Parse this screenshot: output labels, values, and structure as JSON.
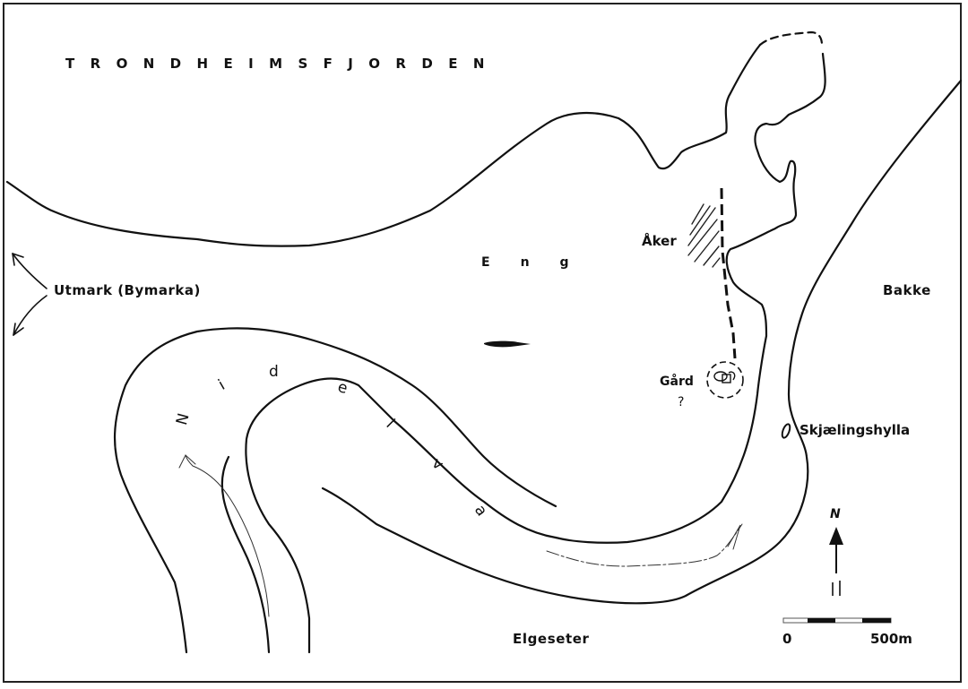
{
  "map": {
    "title_sea": "TRONDHEIMSFJORDEN",
    "labels": {
      "utmark": "Utmark (Bymarka)",
      "eng": "Eng",
      "aker": "Åker",
      "gard": "Gård",
      "gard_uncertain": "?",
      "bakke": "Bakke",
      "skjaelingshylla": "Skjælingshylla",
      "elgeseter": "Elgeseter"
    },
    "river": {
      "name": "Nidelva",
      "letters": [
        "N",
        "i",
        "d",
        "e",
        "l",
        "v",
        "a"
      ]
    },
    "north_arrow": {
      "label": "N"
    },
    "scale_bar": {
      "start": "0",
      "end": "500m"
    },
    "colors": {
      "ink": "#111111",
      "paper": "#ffffff",
      "frame": "#222222"
    }
  }
}
